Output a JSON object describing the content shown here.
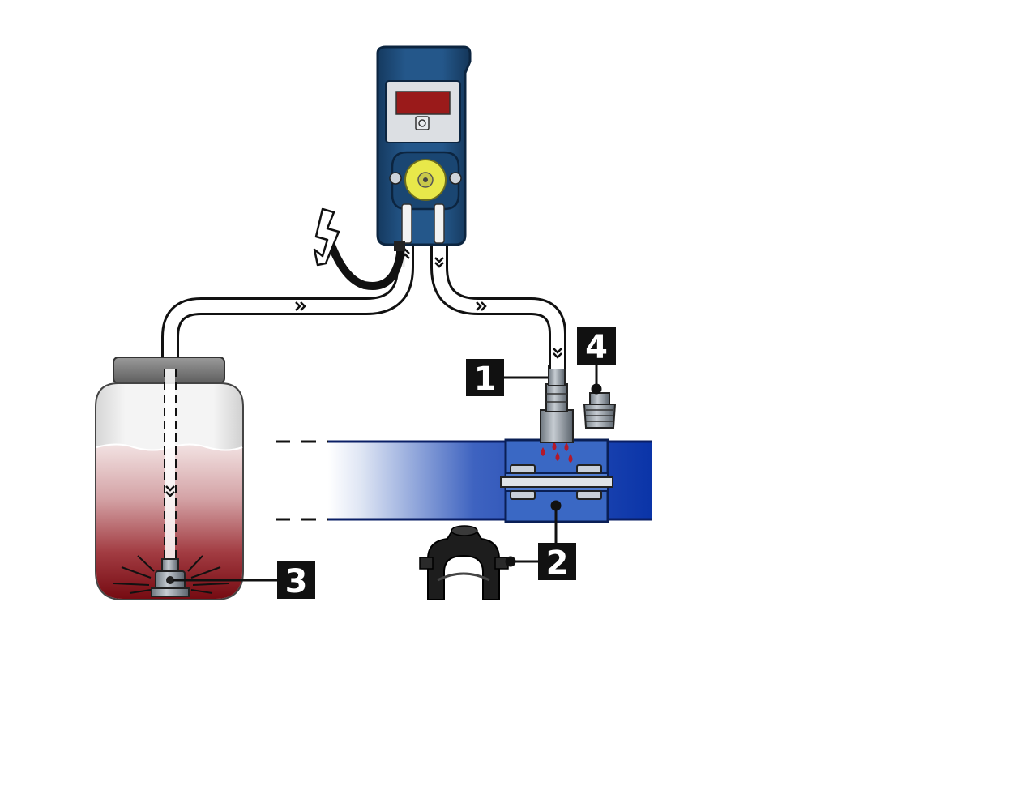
{
  "callouts": [
    {
      "id": "1",
      "label": "1",
      "part": "injection-valve"
    },
    {
      "id": "2",
      "label": "2",
      "part": "pipe-clamp-saddle"
    },
    {
      "id": "3",
      "label": "3",
      "part": "foot-filter"
    },
    {
      "id": "4",
      "label": "4",
      "part": "reducer-fitting"
    }
  ],
  "pump_display": {
    "text": ""
  },
  "colors": {
    "pump_body": "#1f4f80",
    "pump_dark": "#163a5f",
    "display_red": "#9a1a1a",
    "rotor_yellow": "#e8e84a",
    "pipe_blue": "#0a34a8",
    "liquid_dark": "#7a0d12",
    "liquid_light": "#f0dede",
    "callout_bg": "#111111",
    "callout_text": "#ffffff"
  }
}
